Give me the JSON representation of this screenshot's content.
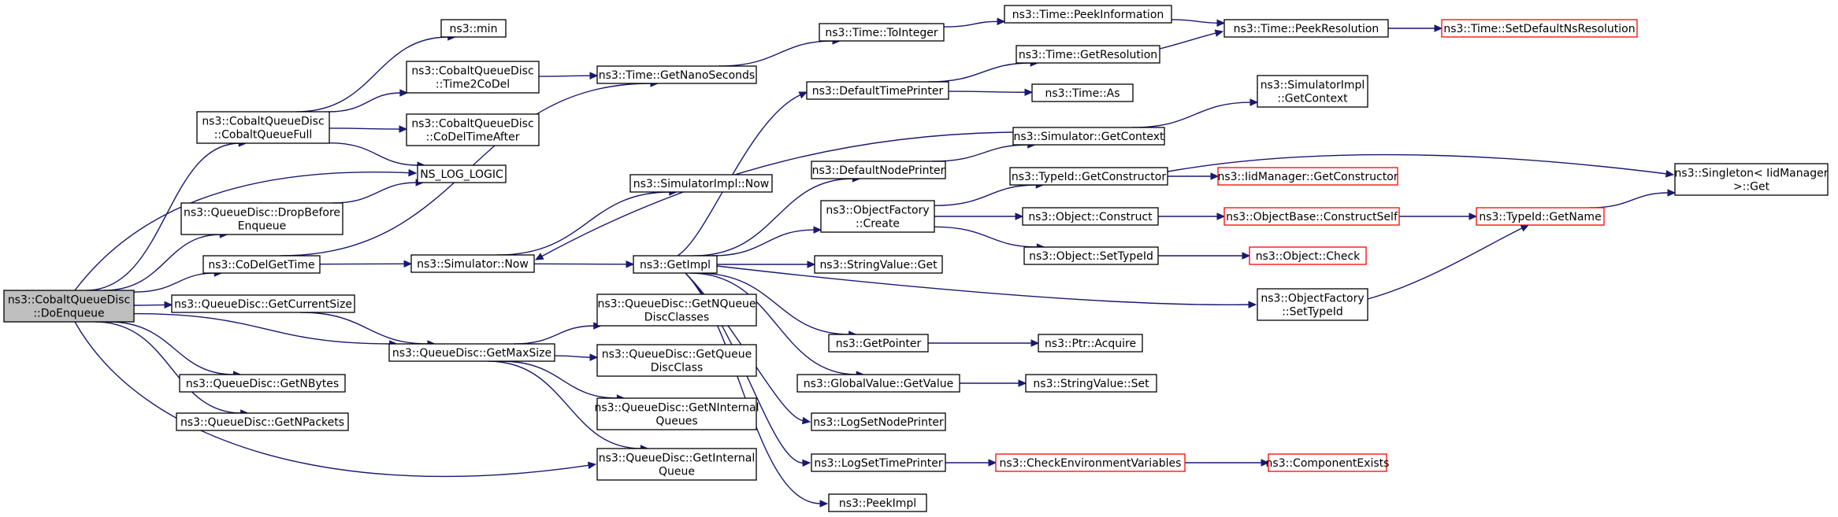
{
  "colors": {
    "edge": "#191970",
    "node_border": "#000000",
    "node_border_truncated": "#ff0000",
    "node_fill": "#ffffff",
    "node_fill_root": "#bfbfbf"
  },
  "nodes": [
    {
      "id": "doenqueue",
      "lines": [
        "ns3::CobaltQueueDisc",
        "::DoEnqueue"
      ],
      "style": "root"
    },
    {
      "id": "min",
      "lines": [
        "ns3::min"
      ],
      "style": "normal"
    },
    {
      "id": "cobaltqueuefull",
      "lines": [
        "ns3::CobaltQueueDisc",
        "::CobaltQueueFull"
      ],
      "style": "normal"
    },
    {
      "id": "time2codel",
      "lines": [
        "ns3::CobaltQueueDisc",
        "::Time2CoDel"
      ],
      "style": "normal"
    },
    {
      "id": "codeltimeafter",
      "lines": [
        "ns3::CobaltQueueDisc",
        "::CoDelTimeAfter"
      ],
      "style": "normal"
    },
    {
      "id": "nslog",
      "lines": [
        "NS_LOG_LOGIC"
      ],
      "style": "normal"
    },
    {
      "id": "dropbefore",
      "lines": [
        "ns3::QueueDisc::DropBefore",
        "Enqueue"
      ],
      "style": "normal"
    },
    {
      "id": "codelgettime",
      "lines": [
        "ns3::CoDelGetTime"
      ],
      "style": "normal"
    },
    {
      "id": "getcurrentsize",
      "lines": [
        "ns3::QueueDisc::GetCurrentSize"
      ],
      "style": "normal"
    },
    {
      "id": "getnbytes",
      "lines": [
        "ns3::QueueDisc::GetNBytes"
      ],
      "style": "normal"
    },
    {
      "id": "getnpackets",
      "lines": [
        "ns3::QueueDisc::GetNPackets"
      ],
      "style": "normal"
    },
    {
      "id": "getnanoseconds",
      "lines": [
        "ns3::Time::GetNanoSeconds"
      ],
      "style": "normal"
    },
    {
      "id": "simimplnow",
      "lines": [
        "ns3::SimulatorImpl::Now"
      ],
      "style": "normal"
    },
    {
      "id": "simnow",
      "lines": [
        "ns3::Simulator::Now"
      ],
      "style": "normal"
    },
    {
      "id": "getmaxsize",
      "lines": [
        "ns3::QueueDisc::GetMaxSize"
      ],
      "style": "normal"
    },
    {
      "id": "getimpl",
      "lines": [
        "ns3::GetImpl"
      ],
      "style": "normal"
    },
    {
      "id": "getnqueuediscclasses",
      "lines": [
        "ns3::QueueDisc::GetNQueue",
        "DiscClasses"
      ],
      "style": "normal"
    },
    {
      "id": "getqueuediscclass",
      "lines": [
        "ns3::QueueDisc::GetQueue",
        "DiscClass"
      ],
      "style": "normal"
    },
    {
      "id": "getninternalqueues",
      "lines": [
        "ns3::QueueDisc::GetNInternal",
        "Queues"
      ],
      "style": "normal"
    },
    {
      "id": "getinternalqueue",
      "lines": [
        "ns3::QueueDisc::GetInternal",
        "Queue"
      ],
      "style": "normal"
    },
    {
      "id": "timetointeger",
      "lines": [
        "ns3::Time::ToInteger"
      ],
      "style": "normal"
    },
    {
      "id": "defaulttimeprinter",
      "lines": [
        "ns3::DefaultTimePrinter"
      ],
      "style": "normal"
    },
    {
      "id": "defaultnodeprinter",
      "lines": [
        "ns3::DefaultNodePrinter"
      ],
      "style": "normal"
    },
    {
      "id": "objectfactorycreate",
      "lines": [
        "ns3::ObjectFactory",
        "::Create"
      ],
      "style": "normal"
    },
    {
      "id": "stringvalueget",
      "lines": [
        "ns3::StringValue::Get"
      ],
      "style": "normal"
    },
    {
      "id": "getpointer",
      "lines": [
        "ns3::GetPointer"
      ],
      "style": "normal"
    },
    {
      "id": "globalvaluegetvalue",
      "lines": [
        "ns3::GlobalValue::GetValue"
      ],
      "style": "normal"
    },
    {
      "id": "logsetnodeprinter",
      "lines": [
        "ns3::LogSetNodePrinter"
      ],
      "style": "normal"
    },
    {
      "id": "logsettimeprinter",
      "lines": [
        "ns3::LogSetTimePrinter"
      ],
      "style": "normal"
    },
    {
      "id": "peekimpl",
      "lines": [
        "ns3::PeekImpl"
      ],
      "style": "normal"
    },
    {
      "id": "timepeekinformation",
      "lines": [
        "ns3::Time::PeekInformation"
      ],
      "style": "normal"
    },
    {
      "id": "timegetresolution",
      "lines": [
        "ns3::Time::GetResolution"
      ],
      "style": "normal"
    },
    {
      "id": "timeas",
      "lines": [
        "ns3::Time::As"
      ],
      "style": "normal"
    },
    {
      "id": "simulatorgetcontext",
      "lines": [
        "ns3::Simulator::GetContext"
      ],
      "style": "normal"
    },
    {
      "id": "typeidgetconstructor",
      "lines": [
        "ns3::TypeId::GetConstructor"
      ],
      "style": "normal"
    },
    {
      "id": "objectconstruct",
      "lines": [
        "ns3::Object::Construct"
      ],
      "style": "normal"
    },
    {
      "id": "objectsettypeid",
      "lines": [
        "ns3::Object::SetTypeId"
      ],
      "style": "normal"
    },
    {
      "id": "objectfactorysettypeid",
      "lines": [
        "ns3::ObjectFactory",
        "::SetTypeId"
      ],
      "style": "normal"
    },
    {
      "id": "ptracquire",
      "lines": [
        "ns3::Ptr::Acquire"
      ],
      "style": "normal"
    },
    {
      "id": "stringvalueset",
      "lines": [
        "ns3::StringValue::Set"
      ],
      "style": "normal"
    },
    {
      "id": "checkenv",
      "lines": [
        "ns3::CheckEnvironmentVariables"
      ],
      "style": "truncated"
    },
    {
      "id": "timepeekresolution",
      "lines": [
        "ns3::Time::PeekResolution"
      ],
      "style": "normal"
    },
    {
      "id": "simimplgetcontext",
      "lines": [
        "ns3::SimulatorImpl",
        "::GetContext"
      ],
      "style": "normal"
    },
    {
      "id": "iidmanagergetconstructor",
      "lines": [
        "ns3::IidManager::GetConstructor"
      ],
      "style": "truncated"
    },
    {
      "id": "objectbaseconstructself",
      "lines": [
        "ns3::ObjectBase::ConstructSelf"
      ],
      "style": "truncated"
    },
    {
      "id": "objectcheck",
      "lines": [
        "ns3::Object::Check"
      ],
      "style": "truncated"
    },
    {
      "id": "componentexists",
      "lines": [
        "ns3::ComponentExists"
      ],
      "style": "truncated"
    },
    {
      "id": "setdefaultnsresolution",
      "lines": [
        "ns3::Time::SetDefaultNsResolution"
      ],
      "style": "truncated"
    },
    {
      "id": "typeidgetname",
      "lines": [
        "ns3::TypeId::GetName"
      ],
      "style": "truncated"
    },
    {
      "id": "singletonget",
      "lines": [
        "ns3::Singleton< IidManager",
        " >::Get"
      ],
      "style": "normal"
    }
  ],
  "edges": [
    [
      "doenqueue",
      "cobaltqueuefull"
    ],
    [
      "doenqueue",
      "nslog"
    ],
    [
      "doenqueue",
      "dropbefore"
    ],
    [
      "doenqueue",
      "codelgettime"
    ],
    [
      "doenqueue",
      "getcurrentsize"
    ],
    [
      "doenqueue",
      "getmaxsize"
    ],
    [
      "doenqueue",
      "getnbytes"
    ],
    [
      "doenqueue",
      "getnpackets"
    ],
    [
      "doenqueue",
      "getinternalqueue"
    ],
    [
      "cobaltqueuefull",
      "min"
    ],
    [
      "cobaltqueuefull",
      "time2codel"
    ],
    [
      "cobaltqueuefull",
      "codeltimeafter"
    ],
    [
      "cobaltqueuefull",
      "nslog"
    ],
    [
      "dropbefore",
      "nslog"
    ],
    [
      "time2codel",
      "getnanoseconds"
    ],
    [
      "codelgettime",
      "getnanoseconds"
    ],
    [
      "codelgettime",
      "simnow"
    ],
    [
      "getcurrentsize",
      "getmaxsize"
    ],
    [
      "simnow",
      "simimplnow"
    ],
    [
      "simnow",
      "getimpl"
    ],
    [
      "getmaxsize",
      "getnqueuediscclasses"
    ],
    [
      "getmaxsize",
      "getqueuediscclass"
    ],
    [
      "getmaxsize",
      "getninternalqueues"
    ],
    [
      "getmaxsize",
      "getinternalqueue"
    ],
    [
      "getnanoseconds",
      "timetointeger"
    ],
    [
      "timetointeger",
      "timepeekinformation"
    ],
    [
      "getimpl",
      "defaulttimeprinter"
    ],
    [
      "getimpl",
      "defaultnodeprinter"
    ],
    [
      "getimpl",
      "objectfactorycreate"
    ],
    [
      "getimpl",
      "stringvalueget"
    ],
    [
      "getimpl",
      "getpointer"
    ],
    [
      "getimpl",
      "globalvaluegetvalue"
    ],
    [
      "getimpl",
      "logsetnodeprinter"
    ],
    [
      "getimpl",
      "logsettimeprinter"
    ],
    [
      "getimpl",
      "peekimpl"
    ],
    [
      "getimpl",
      "objectfactorysettypeid"
    ],
    [
      "simulatorgetcontext",
      "simnow"
    ],
    [
      "defaulttimeprinter",
      "timegetresolution"
    ],
    [
      "defaulttimeprinter",
      "timeas"
    ],
    [
      "defaultnodeprinter",
      "simulatorgetcontext"
    ],
    [
      "simulatorgetcontext",
      "simimplgetcontext"
    ],
    [
      "objectfactorycreate",
      "typeidgetconstructor"
    ],
    [
      "objectfactorycreate",
      "objectconstruct"
    ],
    [
      "objectfactorycreate",
      "objectsettypeid"
    ],
    [
      "typeidgetconstructor",
      "iidmanagergetconstructor"
    ],
    [
      "typeidgetconstructor",
      "singletonget"
    ],
    [
      "objectconstruct",
      "objectbaseconstructself"
    ],
    [
      "objectsettypeid",
      "objectcheck"
    ],
    [
      "objectbaseconstructself",
      "typeidgetname"
    ],
    [
      "objectfactorysettypeid",
      "typeidgetname"
    ],
    [
      "typeidgetname",
      "singletonget"
    ],
    [
      "getpointer",
      "ptracquire"
    ],
    [
      "globalvaluegetvalue",
      "stringvalueset"
    ],
    [
      "logsettimeprinter",
      "checkenv"
    ],
    [
      "checkenv",
      "componentexists"
    ],
    [
      "timepeekinformation",
      "timepeekresolution"
    ],
    [
      "timegetresolution",
      "timepeekresolution"
    ],
    [
      "timepeekresolution",
      "setdefaultnsresolution"
    ]
  ]
}
